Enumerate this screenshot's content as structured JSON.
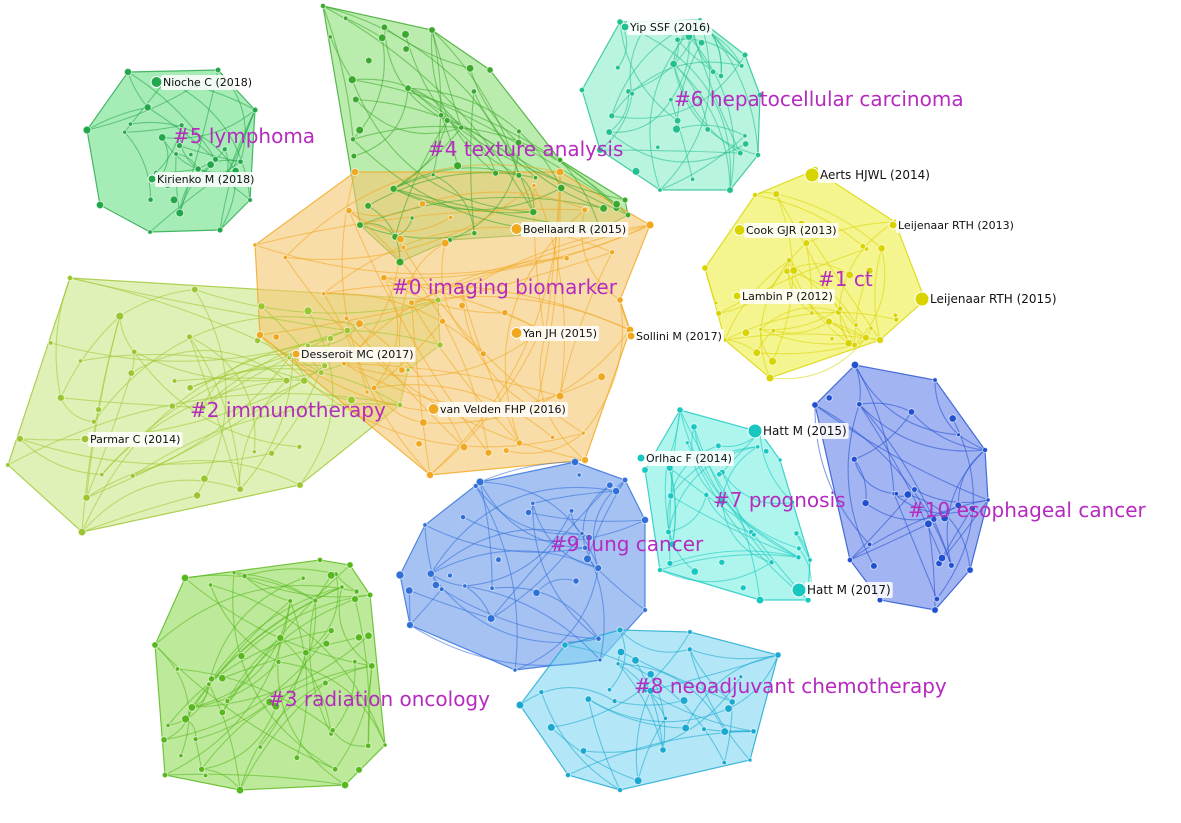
{
  "clusters": [
    {
      "id": "c0",
      "label": "#0 imaging biomarker",
      "color": "#f0a820",
      "fill": "#f5c873",
      "node_count": 45
    },
    {
      "id": "c1",
      "label": "#1 ct",
      "color": "#d9d400",
      "fill": "#efef4a",
      "node_count": 30
    },
    {
      "id": "c2",
      "label": "#2 immunotherapy",
      "color": "#9cc630",
      "fill": "#cbe98a",
      "node_count": 40
    },
    {
      "id": "c3",
      "label": "#3 radiation oncology",
      "color": "#56b81c",
      "fill": "#94dc5c",
      "node_count": 45
    },
    {
      "id": "c4",
      "label": "#4 texture analysis",
      "color": "#3aa82a",
      "fill": "#8fe07a",
      "node_count": 35
    },
    {
      "id": "c5",
      "label": "#5 lymphoma",
      "color": "#22a84a",
      "fill": "#6fe08a",
      "node_count": 25
    },
    {
      "id": "c6",
      "label": "#6 hepatocellular carcinoma",
      "color": "#20c090",
      "fill": "#8eeecb",
      "node_count": 25
    },
    {
      "id": "c7",
      "label": "#7 prognosis",
      "color": "#18c8c0",
      "fill": "#7cefe4",
      "node_count": 25
    },
    {
      "id": "c8",
      "label": "#8 neoadjuvant chemotherapy",
      "color": "#18a8d0",
      "fill": "#85d8f2",
      "node_count": 25
    },
    {
      "id": "c9",
      "label": "#9 lung cancer",
      "color": "#2f6fd8",
      "fill": "#6f9cec",
      "node_count": 25
    },
    {
      "id": "c10",
      "label": "#10 esophageal cancer",
      "color": "#2050d0",
      "fill": "#6b86ea",
      "node_count": 22
    }
  ],
  "references": [
    {
      "cluster": "c5",
      "text": "Nioche C (2018)",
      "size": "medium"
    },
    {
      "cluster": "c5",
      "text": "Kirienko M (2018)",
      "size": "small"
    },
    {
      "cluster": "c6",
      "text": "Yip SSF (2016)",
      "size": "small"
    },
    {
      "cluster": "c1",
      "text": "Aerts HJWL (2014)",
      "size": "large"
    },
    {
      "cluster": "c1",
      "text": "Leijenaar RTH (2013)",
      "size": "small"
    },
    {
      "cluster": "c1",
      "text": "Cook GJR (2013)",
      "size": "medium"
    },
    {
      "cluster": "c1",
      "text": "Lambin P (2012)",
      "size": "small"
    },
    {
      "cluster": "c1",
      "text": "Leijenaar RTH (2015)",
      "size": "large"
    },
    {
      "cluster": "c0",
      "text": "Boellaard R (2015)",
      "size": "medium"
    },
    {
      "cluster": "c0",
      "text": "Yan JH (2015)",
      "size": "medium"
    },
    {
      "cluster": "c0",
      "text": "Sollini M (2017)",
      "size": "small"
    },
    {
      "cluster": "c0",
      "text": "Desseroit MC (2017)",
      "size": "small"
    },
    {
      "cluster": "c0",
      "text": "van Velden FHP (2016)",
      "size": "medium"
    },
    {
      "cluster": "c2",
      "text": "Parmar C (2014)",
      "size": "small"
    },
    {
      "cluster": "c7",
      "text": "Hatt M (2015)",
      "size": "large"
    },
    {
      "cluster": "c7",
      "text": "Orlhac F (2014)",
      "size": "small"
    },
    {
      "cluster": "c7",
      "text": "Hatt M (2017)",
      "size": "large"
    }
  ]
}
